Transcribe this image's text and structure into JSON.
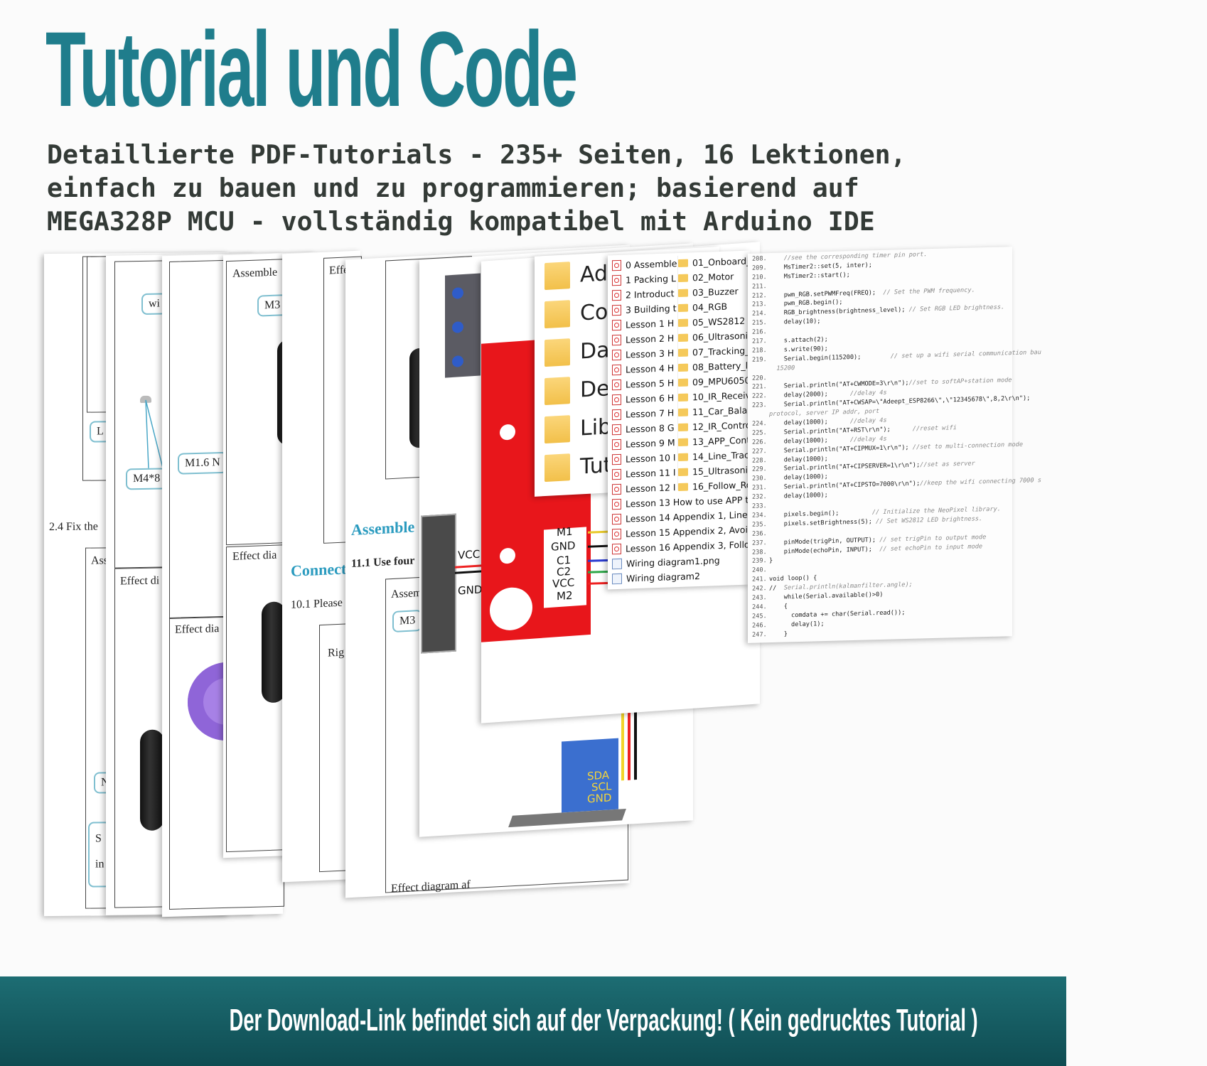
{
  "header": {
    "title": "Tutorial und Code",
    "subtitle_lines": [
      "Detaillierte PDF-Tutorials - 235+ Seiten, 16 Lektionen,",
      "einfach zu bauen und zu programmieren; basierend auf",
      "MEGA328P MCU - vollständig kompatibel mit Arduino IDE"
    ]
  },
  "pages": {
    "p1": {
      "text_a": "2.4 Fix the",
      "text_b": "L",
      "text_c": "Ass",
      "text_d": "N",
      "text_e": "S",
      "text_f": "in"
    },
    "p2": {
      "text_a": "wi",
      "text_b": "M4*8",
      "text_c": "Effect di"
    },
    "p3": {
      "text_a": "M1.6 N",
      "text_b": "Effect dia"
    },
    "p4": {
      "text_a": "Assemble",
      "text_b": "M3",
      "text_c": "Effect dia"
    },
    "p5": {
      "text_a": "Effe",
      "text_b": "Connect",
      "text_c": "10.1 Please",
      "text_d": "Rig"
    },
    "p6": {
      "text_a": "Assemble",
      "text_b": "11.1 Use four",
      "text_c": "Assem",
      "text_d": "M3",
      "text_e": "Effect diagram af"
    },
    "p7": {
      "vcc": "VCC",
      "gnd": "GND",
      "sda": "SDA",
      "scl": "SCL",
      "gnd2": "GND"
    },
    "p8": {
      "pins": [
        "M1",
        "GND",
        "C1",
        "C2",
        "VCC",
        "M2"
      ]
    },
    "p9": {
      "folders": [
        "Ad",
        "Co",
        "Da",
        "De",
        "Lib",
        "Tut"
      ]
    },
    "p10": {
      "files": [
        {
          "type": "pdf",
          "name": "0 Assemble"
        },
        {
          "type": "pdf",
          "name": "1 Packing L"
        },
        {
          "type": "pdf",
          "name": "2 Introduct"
        },
        {
          "type": "pdf",
          "name": "3 Building t"
        },
        {
          "type": "pdf",
          "name": "Lesson 1 H"
        },
        {
          "type": "pdf",
          "name": "Lesson 2 H"
        },
        {
          "type": "pdf",
          "name": "Lesson 3 H"
        },
        {
          "type": "pdf",
          "name": "Lesson 4 H"
        },
        {
          "type": "pdf",
          "name": "Lesson 5 H"
        },
        {
          "type": "pdf",
          "name": "Lesson 6 H"
        },
        {
          "type": "pdf",
          "name": "Lesson 7 H"
        },
        {
          "type": "pdf",
          "name": "Lesson 8 G"
        },
        {
          "type": "pdf",
          "name": "Lesson 9 M"
        },
        {
          "type": "pdf",
          "name": "Lesson 10 I"
        },
        {
          "type": "pdf",
          "name": "Lesson 11 I"
        },
        {
          "type": "pdf",
          "name": "Lesson 12 I"
        },
        {
          "type": "pdf",
          "name": "Lesson 13 How to use APP to"
        },
        {
          "type": "pdf",
          "name": "Lesson 14 Appendix 1, Line T"
        },
        {
          "type": "pdf",
          "name": "Lesson 15 Appendix 2, Avoid"
        },
        {
          "type": "pdf",
          "name": "Lesson 16 Appendix 3, Follow"
        },
        {
          "type": "png",
          "name": "Wiring diagram1.png"
        },
        {
          "type": "png",
          "name": "Wiring diagram2"
        }
      ],
      "code_folders": [
        "01_Onboard_",
        "02_Motor",
        "03_Buzzer",
        "04_RGB",
        "05_WS2812",
        "06_Ultrasonic",
        "07_Tracking_",
        "08_Battery_le",
        "09_MPU6050",
        "10_IR_Receive",
        "11_Car_Balan",
        "12_IR_Contro",
        "13_APP_Contr",
        "14_Line_Track",
        "15_Ultrasonic",
        "16_Follow_Ro"
      ]
    },
    "p11": {
      "code_lines": [
        {
          "n": "208.",
          "c": "    ",
          "cm": "//see the corresponding timer pin port."
        },
        {
          "n": "209.",
          "c": "    MsTimer2::set(5, inter);",
          "cm": ""
        },
        {
          "n": "210.",
          "c": "    MsTimer2::start();",
          "cm": ""
        },
        {
          "n": "211.",
          "c": "",
          "cm": ""
        },
        {
          "n": "212.",
          "c": "    pwm_RGB.setPWMFreq(FREQ);  ",
          "cm": "// Set the PWM frequency."
        },
        {
          "n": "213.",
          "c": "    pwm_RGB.begin();",
          "cm": ""
        },
        {
          "n": "214.",
          "c": "    RGB_brightness(brightness_level); ",
          "cm": "// Set RGB LED brightness."
        },
        {
          "n": "215.",
          "c": "    delay(10);",
          "cm": ""
        },
        {
          "n": "216.",
          "c": "",
          "cm": ""
        },
        {
          "n": "217.",
          "c": "    s.attach(2);",
          "cm": ""
        },
        {
          "n": "218.",
          "c": "    s.write(90);",
          "cm": ""
        },
        {
          "n": "219.",
          "c": "    Serial.begin(115200);        ",
          "cm": "// set up a wifi serial communication bau"
        },
        {
          "n": "",
          "c": "  ",
          "cm": "15200"
        },
        {
          "n": "220.",
          "c": "",
          "cm": ""
        },
        {
          "n": "221.",
          "c": "    Serial.println(\"AT+CWMODE=3\\r\\n\");",
          "cm": "//set to softAP+station mode"
        },
        {
          "n": "222.",
          "c": "    delay(2000);      ",
          "cm": "//delay 4s"
        },
        {
          "n": "223.",
          "c": "    Serial.println(\"AT+CWSAP=\\\"Adeept_ESP8266\\\",\\\"12345678\\\",8,2\\r\\n\");",
          "cm": ""
        },
        {
          "n": "",
          "c": "",
          "cm": "protocol, server IP addr, port"
        },
        {
          "n": "224.",
          "c": "    delay(1000);      ",
          "cm": "//delay 4s"
        },
        {
          "n": "225.",
          "c": "    Serial.println(\"AT+RST\\r\\n\");      ",
          "cm": "//reset wifi"
        },
        {
          "n": "226.",
          "c": "    delay(1000);      ",
          "cm": "//delay 4s"
        },
        {
          "n": "227.",
          "c": "    Serial.println(\"AT+CIPMUX=1\\r\\n\"); ",
          "cm": "//set to multi-connection mode"
        },
        {
          "n": "228.",
          "c": "    delay(1000);",
          "cm": ""
        },
        {
          "n": "229.",
          "c": "    Serial.println(\"AT+CIPSERVER=1\\r\\n\");",
          "cm": "//set as server"
        },
        {
          "n": "230.",
          "c": "    delay(1000);",
          "cm": ""
        },
        {
          "n": "231.",
          "c": "    Serial.println(\"AT+CIPSTO=7000\\r\\n\");",
          "cm": "//keep the wifi connecting 7000 s"
        },
        {
          "n": "232.",
          "c": "    delay(1000);",
          "cm": ""
        },
        {
          "n": "233.",
          "c": "",
          "cm": ""
        },
        {
          "n": "234.",
          "c": "    pixels.begin();         ",
          "cm": "// Initialize the NeoPixel library."
        },
        {
          "n": "235.",
          "c": "    pixels.setBrightness(5); ",
          "cm": "// Set WS2812 LED brightness."
        },
        {
          "n": "236.",
          "c": "",
          "cm": ""
        },
        {
          "n": "237.",
          "c": "    pinMode(trigPin, OUTPUT); ",
          "cm": "// set trigPin to output mode"
        },
        {
          "n": "238.",
          "c": "    pinMode(echoPin, INPUT);  ",
          "cm": "// set echoPin to input mode"
        },
        {
          "n": "239.",
          "c": "}",
          "cm": ""
        },
        {
          "n": "240.",
          "c": "",
          "cm": ""
        },
        {
          "n": "241.",
          "c": "void loop() {",
          "cm": ""
        },
        {
          "n": "242.",
          "c": "//  ",
          "cm": "Serial.println(kalmanfilter.angle);"
        },
        {
          "n": "243.",
          "c": "    while(Serial.available()>0)",
          "cm": ""
        },
        {
          "n": "244.",
          "c": "    {",
          "cm": ""
        },
        {
          "n": "245.",
          "c": "      comdata += char(Serial.read());",
          "cm": ""
        },
        {
          "n": "246.",
          "c": "      delay(1);",
          "cm": ""
        },
        {
          "n": "247.",
          "c": "    }",
          "cm": ""
        }
      ]
    }
  },
  "footer": {
    "text": "Der Download-Link befindet sich auf der Verpackung! ( Kein gedrucktes Tutorial )"
  },
  "colors": {
    "title": "#1f7d8c",
    "subtitle": "#333a36",
    "footer_bg": "#1d6d73",
    "board_red": "#e8161b"
  }
}
